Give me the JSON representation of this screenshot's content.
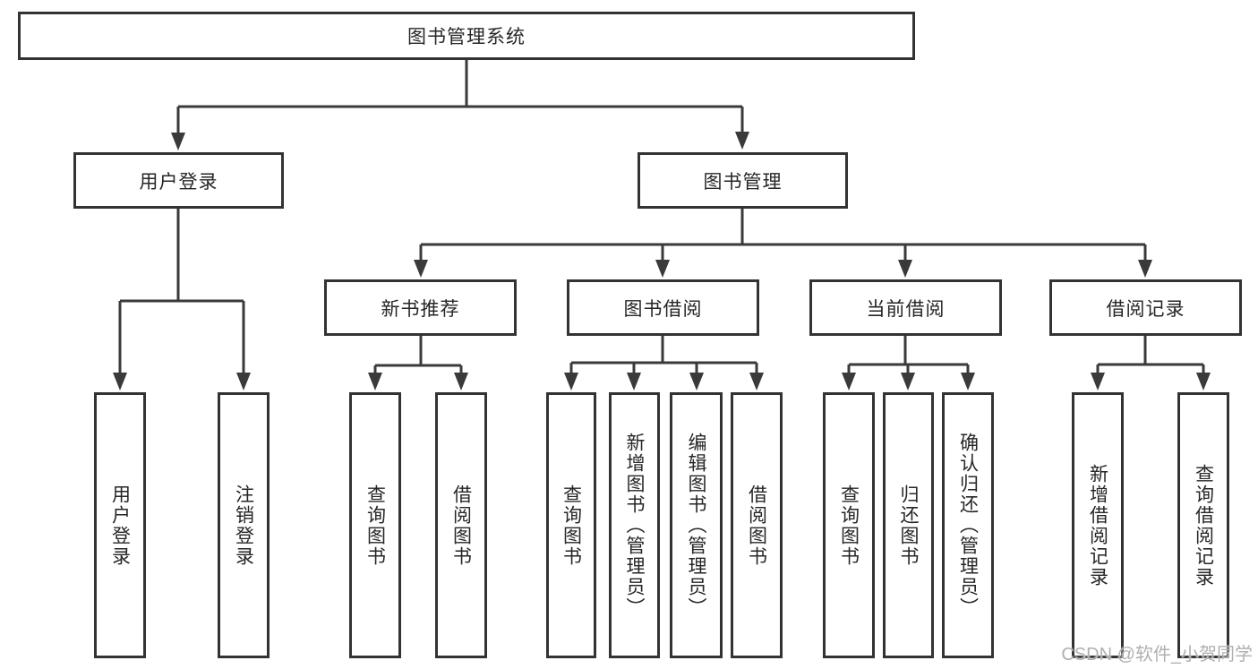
{
  "diagram_type": "hierarchy-tree",
  "colors": {
    "background": "#ffffff",
    "line": "#3a3a3a",
    "box_border": "#333333",
    "text": "#262626",
    "watermark": "#b0b0b0"
  },
  "watermark": {
    "text": "CSDN @软件_小贺同学"
  },
  "nodes": {
    "root": {
      "label": "图书管理系统",
      "children": [
        {
          "label": "用户登录",
          "children": [
            {
              "label": "用户登录"
            },
            {
              "label": "注销登录"
            }
          ]
        },
        {
          "label": "图书管理",
          "children": [
            {
              "label": "新书推荐",
              "children": [
                {
                  "label": "查询图书"
                },
                {
                  "label": "借阅图书"
                }
              ]
            },
            {
              "label": "图书借阅",
              "children": [
                {
                  "label": "查询图书"
                },
                {
                  "label": "新增图书（管理员）"
                },
                {
                  "label": "编辑图书（管理员）"
                },
                {
                  "label": "借阅图书"
                }
              ]
            },
            {
              "label": "当前借阅",
              "children": [
                {
                  "label": "查询图书"
                },
                {
                  "label": "归还图书"
                },
                {
                  "label": "确认归还（管理员）"
                }
              ]
            },
            {
              "label": "借阅记录",
              "children": [
                {
                  "label": "新增借阅记录"
                },
                {
                  "label": "查询借阅记录"
                }
              ]
            }
          ]
        }
      ]
    }
  }
}
